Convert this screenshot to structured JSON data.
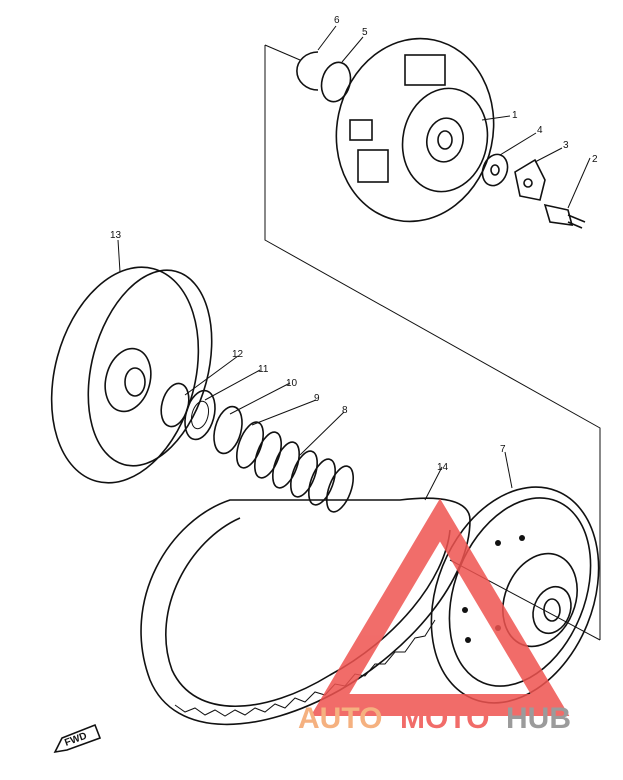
{
  "callouts": [
    "1",
    "2",
    "3",
    "4",
    "5",
    "6",
    "7",
    "8",
    "9",
    "10",
    "11",
    "12",
    "13",
    "14"
  ],
  "fwd_label": "FWD",
  "watermark": {
    "part1": "AUTO",
    "part2": "MOTO",
    "part3": "HUB",
    "color_orange": "#f4a46a",
    "color_red": "#ef5350",
    "color_gray": "#8a8a8a"
  }
}
